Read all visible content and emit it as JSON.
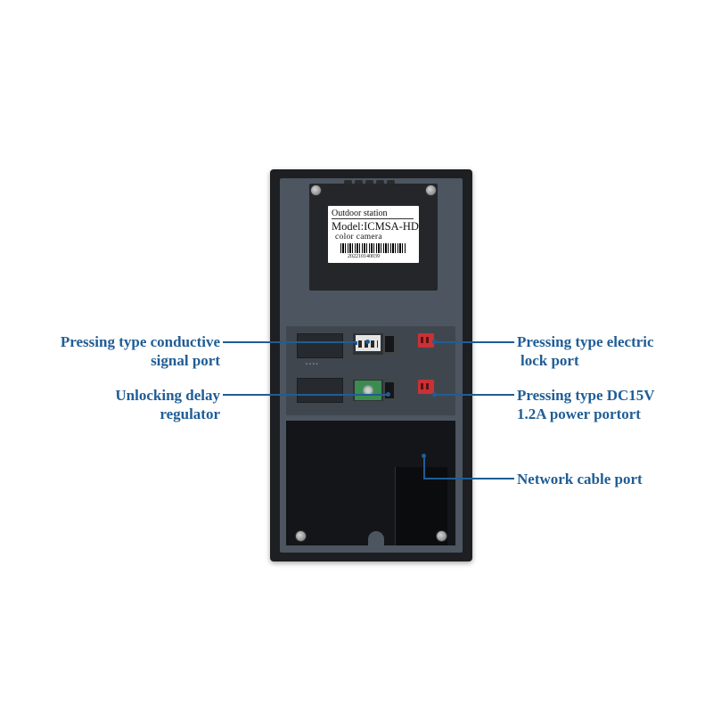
{
  "device": {
    "label": {
      "line1": "Outdoor station",
      "line2": "Model:ICMSA-HD",
      "line3": "color camera",
      "serial": "202210140039"
    }
  },
  "callouts": {
    "conductive_signal_1": "Pressing type conductive",
    "conductive_signal_2": "signal port",
    "unlock_delay_1": "Unlocking delay",
    "unlock_delay_2": "regulator",
    "electric_lock_1": "Pressing type electric",
    "electric_lock_2": "lock port",
    "power_1": "Pressing type DC15V",
    "power_2": "1.2A power portort",
    "network": "Network cable port"
  },
  "colors": {
    "callout_text": "#1f5d96",
    "device_body": "#1d1f22",
    "terminal_red": "#c93134",
    "terminal_green": "#3b8c4f"
  }
}
